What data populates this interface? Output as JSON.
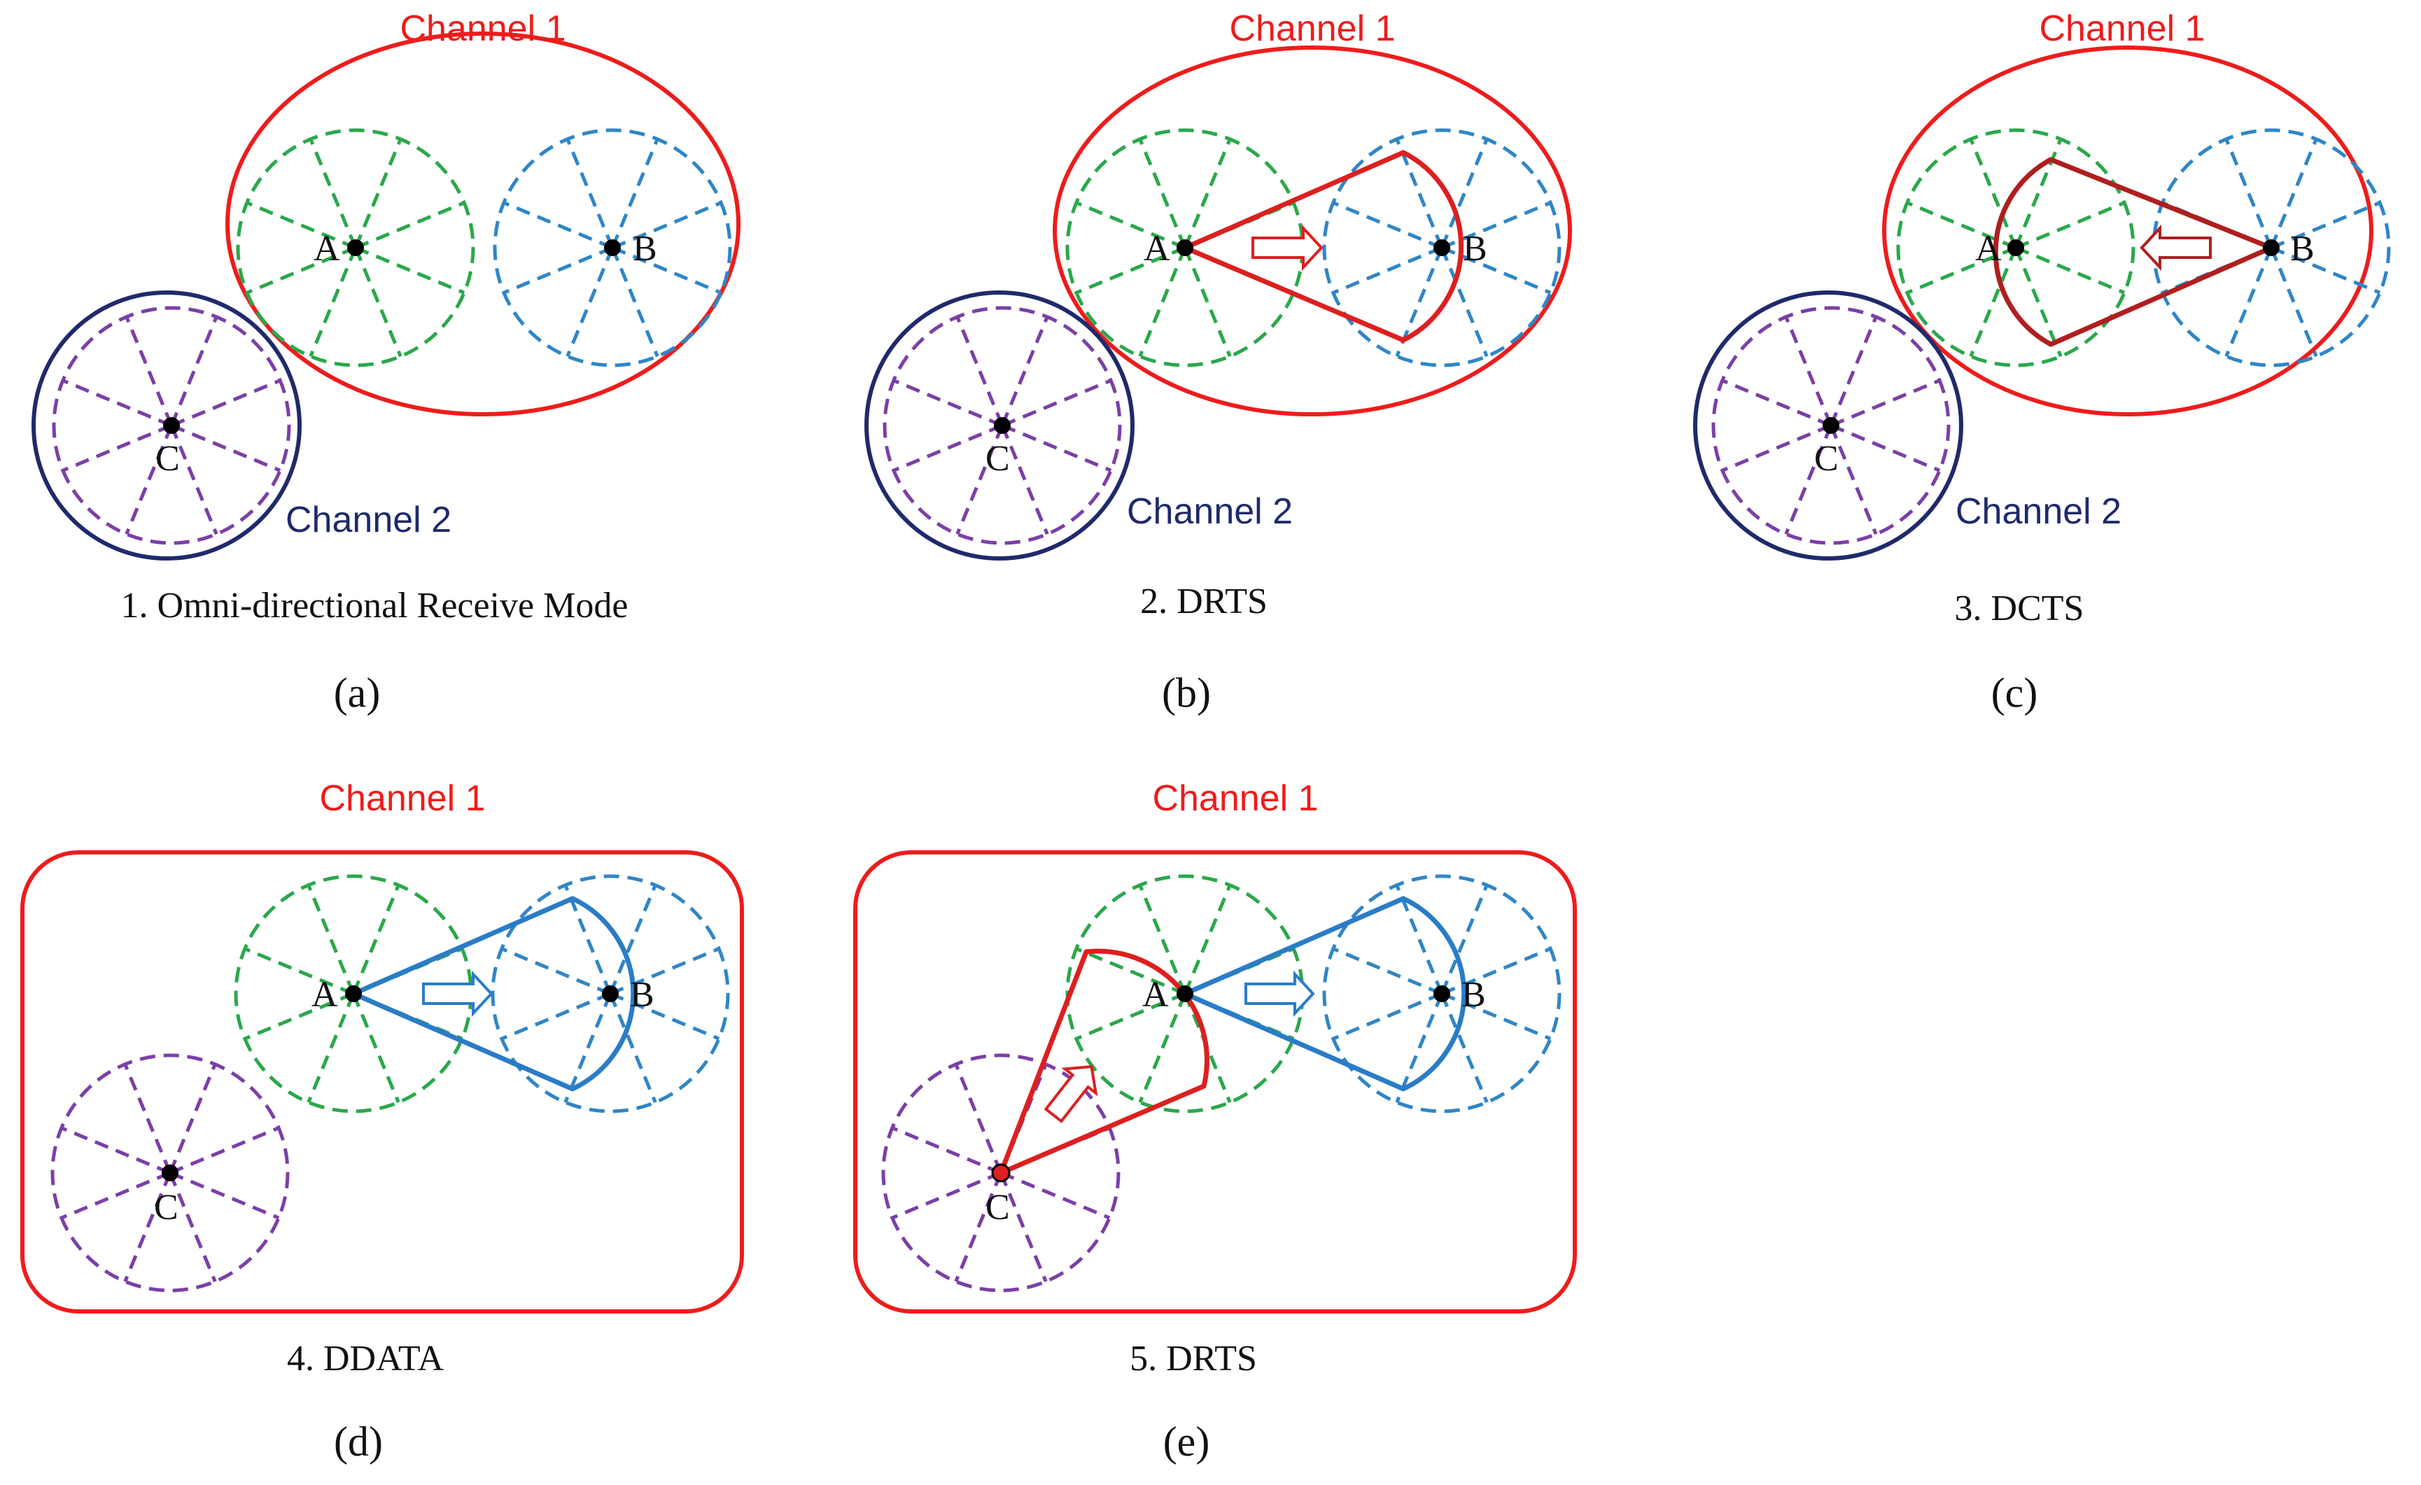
{
  "colors": {
    "channel1": "#ee1c1c",
    "channel2": "#1f2a6b",
    "node_a_spokes": "#2aa84a",
    "node_b_spokes": "#2f86c6",
    "node_c_spokes": "#7b3fa6",
    "beam_red": "#dd1f1f",
    "beam_dark_red": "#b01e1e",
    "beam_blue": "#2a7cc7",
    "node_dot": "#000000"
  },
  "panels": {
    "a": {
      "channel1": "Channel 1",
      "channel2": "Channel 2",
      "node_a": "A",
      "node_b": "B",
      "node_c": "C",
      "caption": "1. Omni-directional Receive Mode",
      "sublabel": "(a)"
    },
    "b": {
      "channel1": "Channel 1",
      "channel2": "Channel 2",
      "node_a": "A",
      "node_b": "B",
      "node_c": "C",
      "caption": "2. DRTS",
      "sublabel": "(b)"
    },
    "c": {
      "channel1": "Channel 1",
      "channel2": "Channel 2",
      "node_a": "A",
      "node_b": "B",
      "node_c": "C",
      "caption": "3. DCTS",
      "sublabel": "(c)"
    },
    "d": {
      "channel1": "Channel 1",
      "node_a": "A",
      "node_b": "B",
      "node_c": "C",
      "caption": "4. DDATA",
      "sublabel": "(d)"
    },
    "e": {
      "channel1": "Channel 1",
      "node_a": "A",
      "node_b": "B",
      "node_c": "C",
      "caption": "5. DRTS",
      "sublabel": "(e)"
    }
  },
  "icons": [
    "arrow-right-icon",
    "arrow-left-icon",
    "arrow-up-right-icon"
  ]
}
